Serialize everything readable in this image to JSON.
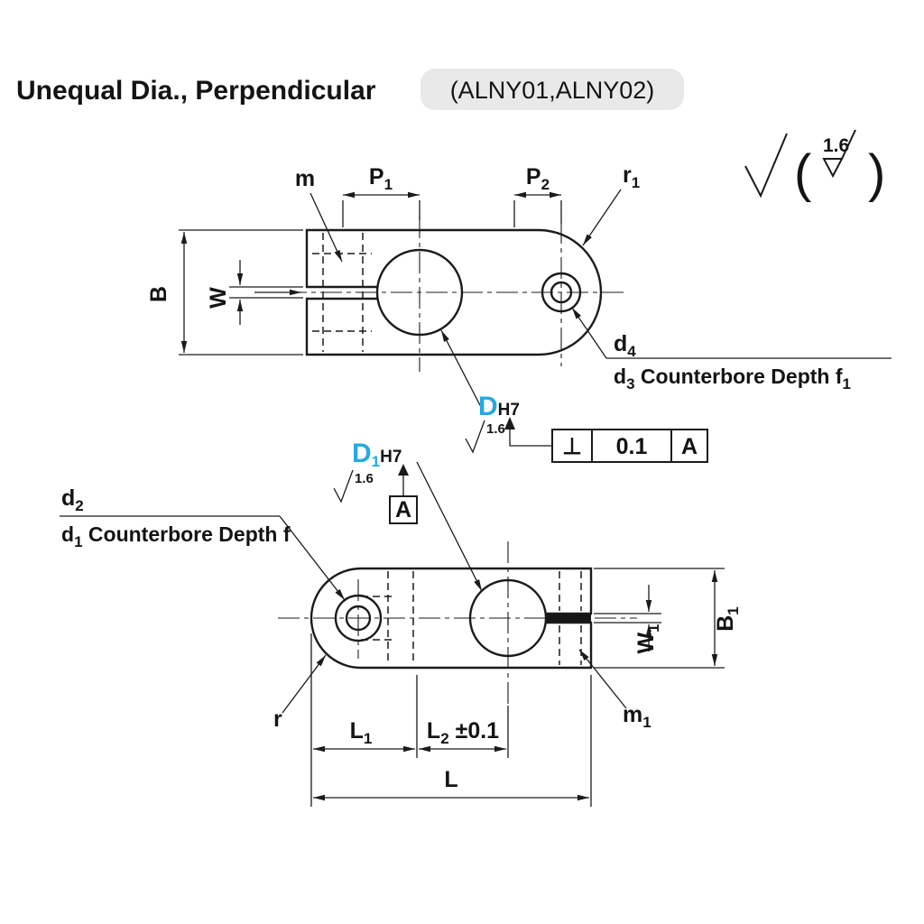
{
  "title": "Unequal Dia., Perpendicular",
  "part_code": "(ALNY01,ALNY02)",
  "colors": {
    "accent": "#25aadf",
    "badge_bg": "#e9e9e9",
    "ink": "#1b1b1b"
  },
  "finish": {
    "value": "1.6"
  },
  "fcf": {
    "symbol": "⊥",
    "value": "0.1",
    "datum": "A"
  },
  "datum": {
    "label": "A"
  },
  "top": {
    "m": "m",
    "p1": {
      "base": "P",
      "sub": "1"
    },
    "p2": {
      "base": "P",
      "sub": "2"
    },
    "r1": {
      "base": "r",
      "sub": "1"
    },
    "b": "B",
    "w": "W",
    "bore": {
      "dia": "D",
      "fit": "H7"
    },
    "d4": {
      "base": "d",
      "sub": "4"
    },
    "note": {
      "base": "d",
      "sub": "3",
      "text": " Counterbore Depth f",
      "sub2": "1"
    }
  },
  "bot": {
    "bore": {
      "dia": "D",
      "dia_sub": "1",
      "fit": "H7"
    },
    "d2": {
      "base": "d",
      "sub": "2"
    },
    "note": {
      "base": "d",
      "sub": "1",
      "text": " Counterbore Depth f"
    },
    "w1": {
      "base": "W",
      "sub": "1"
    },
    "b1": {
      "base": "B",
      "sub": "1"
    },
    "r": "r",
    "m1": {
      "base": "m",
      "sub": "1"
    },
    "l1": {
      "base": "L",
      "sub": "1"
    },
    "l2": {
      "base": "L",
      "sub": "2",
      "tol": " ±0.1"
    },
    "l": "L"
  }
}
